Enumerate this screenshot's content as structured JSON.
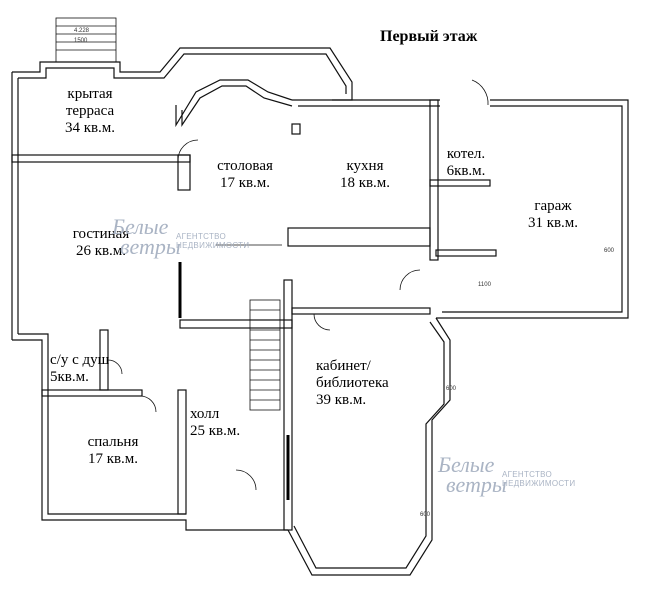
{
  "title": "Первый этаж",
  "rooms": [
    {
      "name": "крытая\nтерраса",
      "area": "34 кв.м."
    },
    {
      "name": "столовая",
      "area": "17 кв.м."
    },
    {
      "name": "кухня",
      "area": "18 кв.м."
    },
    {
      "name": "котел.",
      "area": "6кв.м."
    },
    {
      "name": "гараж",
      "area": "31 кв.м."
    },
    {
      "name": "гостиная",
      "area": "26 кв.м."
    },
    {
      "name": "с/у с душ",
      "area": "5кв.м."
    },
    {
      "name": "кабинет/\nбиблиотека",
      "area": "39 кв.м."
    },
    {
      "name": "холл",
      "area": "25 кв.м."
    },
    {
      "name": "спальня",
      "area": "17 кв.м."
    }
  ],
  "watermark": {
    "brand_top": "Белые",
    "brand_bottom": "ветры",
    "agency": "АГЕНТСТВО\nНЕДВИЖИМОСТИ"
  },
  "dimensions": [
    "4.228",
    "1500",
    "600",
    "600",
    "600",
    "1100"
  ]
}
